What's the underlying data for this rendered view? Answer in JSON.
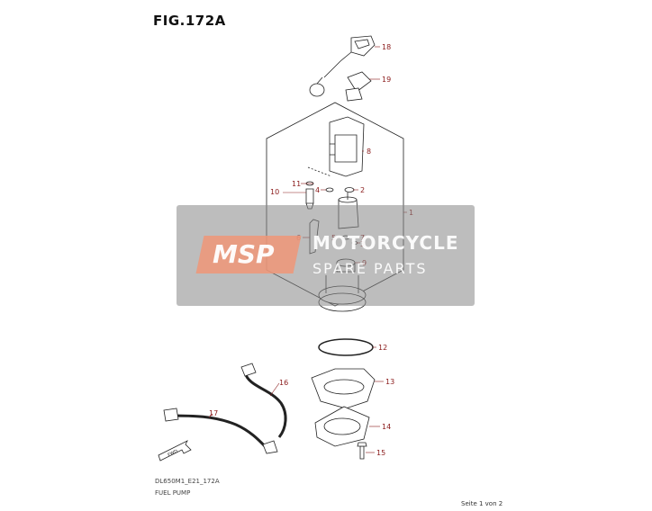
{
  "figure": {
    "title": "FIG.172A",
    "code": "DL650M1_E21_172A",
    "caption": "FUEL PUMP",
    "page": "Seite 1 von 2"
  },
  "watermark": {
    "logo": "MSP",
    "line1": "MOTORCYCLE",
    "line2": "SPARE PARTS"
  },
  "callouts": [
    "1",
    "2",
    "3",
    "4",
    "5",
    "6",
    "7",
    "8",
    "9",
    "10",
    "11",
    "12",
    "13",
    "14",
    "15",
    "16",
    "17",
    "18",
    "19"
  ],
  "arrow_label": "FWD",
  "colors": {
    "callout": "#8a1a1a",
    "line": "#222222",
    "watermark": "#888888",
    "logo": "#f09678"
  }
}
